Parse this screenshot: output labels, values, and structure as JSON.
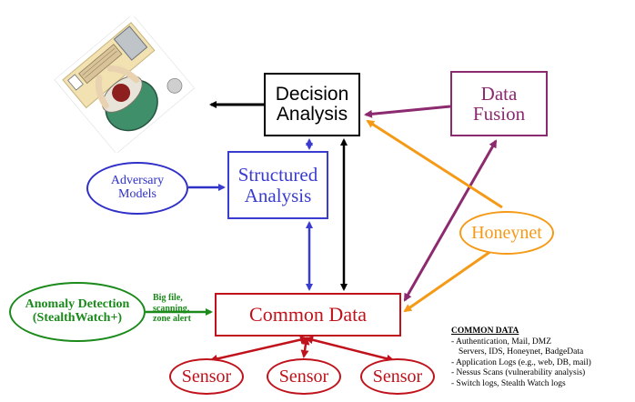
{
  "colors": {
    "black": "#000000",
    "purple": "#8b2a6e",
    "blue": "#3a3ccf",
    "red": "#c0121b",
    "orange": "#f59a17",
    "green": "#1b8a1b"
  },
  "illustration": {
    "icon": "analyst-at-desk-icon"
  },
  "boxes": {
    "decision_analysis": [
      "Decision",
      "Analysis"
    ],
    "data_fusion": [
      "Data",
      "Fusion"
    ],
    "structured_analysis": [
      "Structured",
      "Analysis"
    ],
    "common_data": "Common Data"
  },
  "ellipses": {
    "adversary_models": [
      "Adversary",
      "Models"
    ],
    "honeynet": "Honeynet",
    "anomaly_detection": [
      "Anomaly Detection",
      "(StealthWatch+)"
    ],
    "sensors": [
      "Sensor",
      "Sensor",
      "Sensor"
    ]
  },
  "anomaly_note": [
    "Big file,",
    "scanning,",
    "zone alert"
  ],
  "common_data_notes": {
    "heading": "COMMON DATA",
    "items": [
      "- Authentication, Mail, DMZ",
      "  Servers, IDS, Honeynet, BadgeData",
      "- Application Logs (e.g., web, DB, mail)",
      "- Nessus Scans  (vulnerability analysis)",
      "- Switch logs, Stealth Watch logs"
    ]
  }
}
